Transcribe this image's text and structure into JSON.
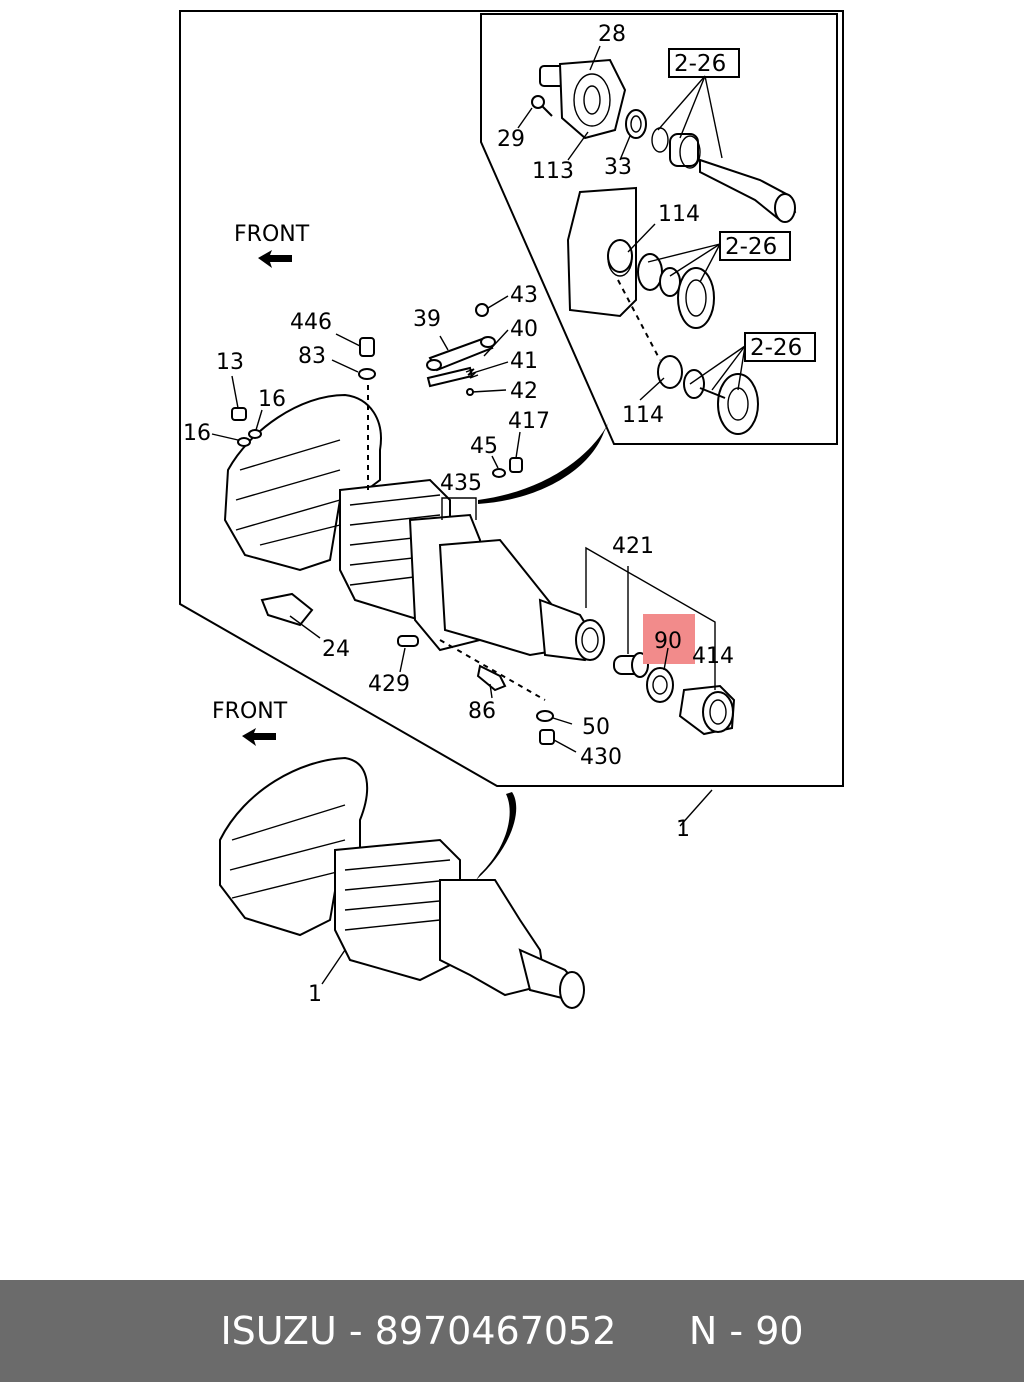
{
  "diagram": {
    "front_labels": [
      "FRONT",
      "FRONT"
    ],
    "callouts": {
      "c28": "28",
      "c29": "29",
      "c113": "113",
      "c33": "33",
      "c2_26a": "2-26",
      "c2_26b": "2-26",
      "c2_26c": "2-26",
      "c114a": "114",
      "c114b": "114",
      "c446": "446",
      "c83": "83",
      "c13": "13",
      "c16a": "16",
      "c16b": "16",
      "c39": "39",
      "c43": "43",
      "c40": "40",
      "c41": "41",
      "c42": "42",
      "c45": "45",
      "c417": "417",
      "c435": "435",
      "c421": "421",
      "c90": "90",
      "c414": "414",
      "c24": "24",
      "c429": "429",
      "c86": "86",
      "c50": "50",
      "c430": "430",
      "c1a": "1",
      "c1b": "1"
    },
    "highlight_color": "#f28b8b"
  },
  "footer": {
    "brand": "ISUZU",
    "separator": " - ",
    "part_number": "8970467052",
    "ref_label": "N - 90",
    "background": "#6b6b6b"
  }
}
